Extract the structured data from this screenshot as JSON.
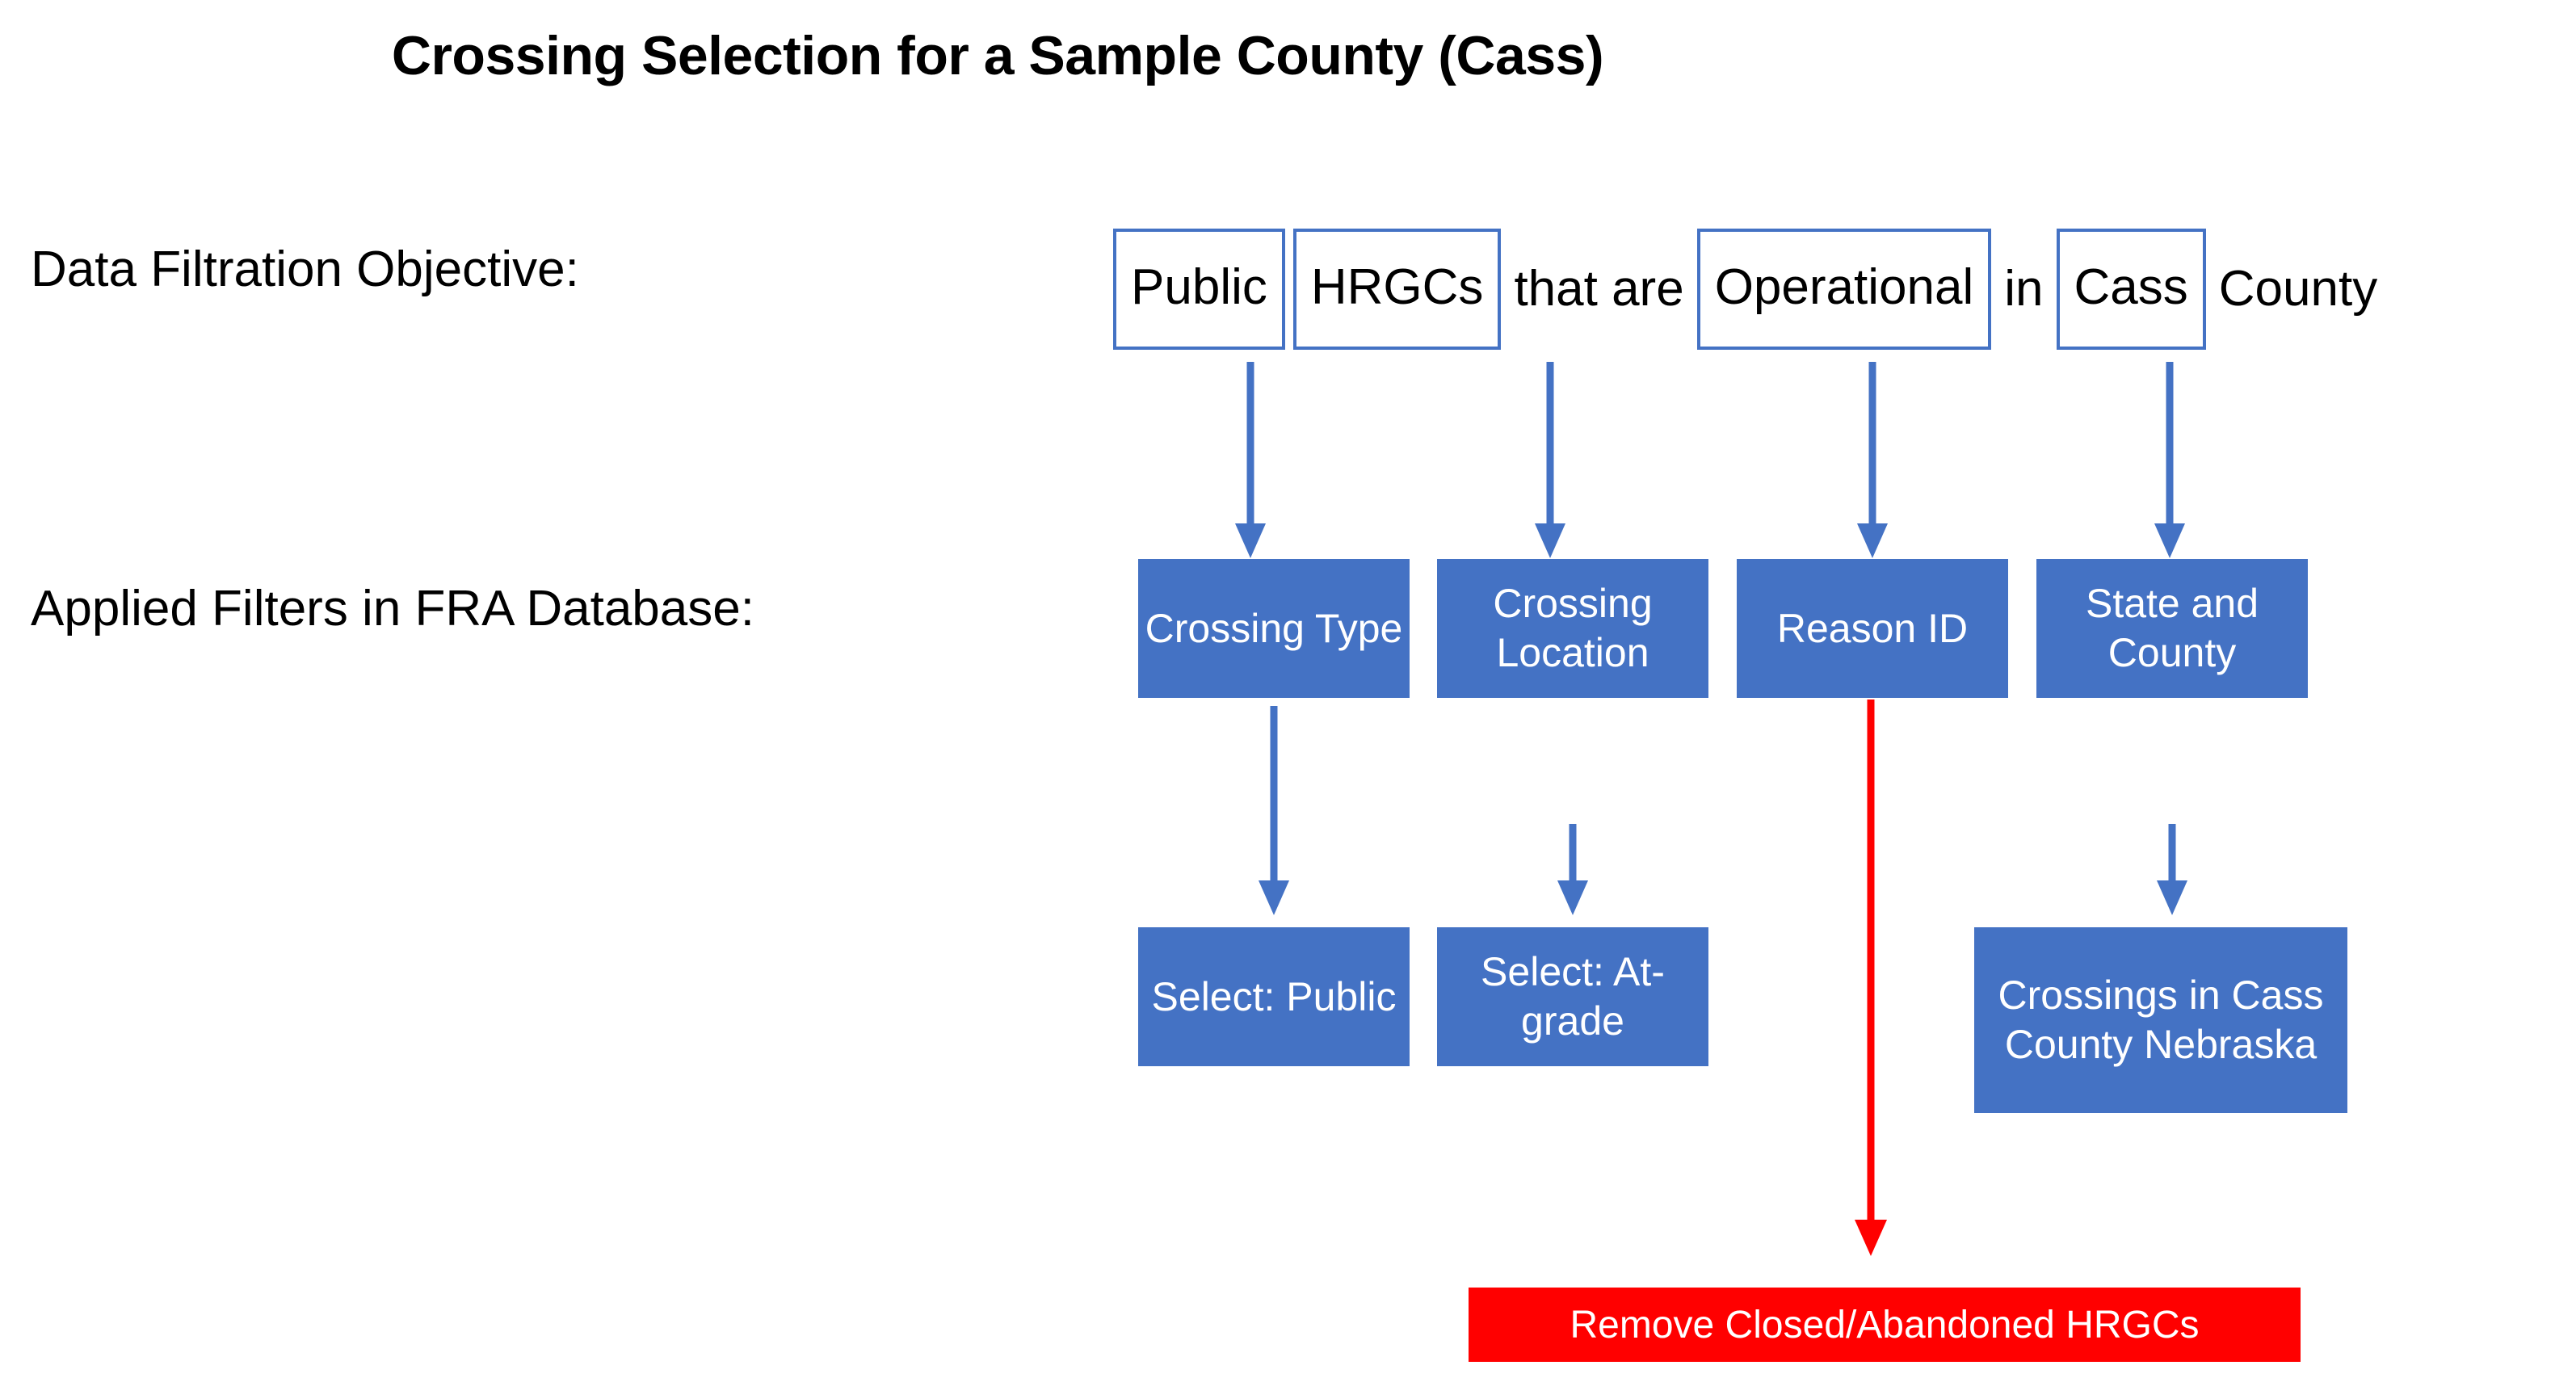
{
  "title": "Crossing Selection for a Sample County (Cass)",
  "rows": {
    "objective_label": "Data Filtration Objective:",
    "filters_label": "Applied Filters in FRA Database:"
  },
  "objective": {
    "tokens": [
      {
        "text": "Public",
        "boxed": true
      },
      {
        "text": "HRGCs",
        "boxed": true
      },
      {
        "text": "that are",
        "boxed": false
      },
      {
        "text": "Operational",
        "boxed": true
      },
      {
        "text": "in",
        "boxed": false
      },
      {
        "text": "Cass",
        "boxed": true
      },
      {
        "text": "County",
        "boxed": false
      }
    ]
  },
  "filters": [
    {
      "label": "Crossing Type"
    },
    {
      "label": "Crossing Location"
    },
    {
      "label": "Reason ID"
    },
    {
      "label": "State and County"
    }
  ],
  "selections": [
    {
      "label": "Select: Public"
    },
    {
      "label": "Select: At-grade"
    },
    {
      "label": "Crossings in Cass County Nebraska"
    }
  ],
  "result": {
    "label": "Remove Closed/Abandoned HRGCs"
  },
  "colors": {
    "box_blue": "#4472C4",
    "arrow_blue": "#4472C4",
    "result_red": "#FF0000",
    "text_dark": "#000000",
    "box_text": "#FFFFFF",
    "background": "#FFFFFF"
  }
}
